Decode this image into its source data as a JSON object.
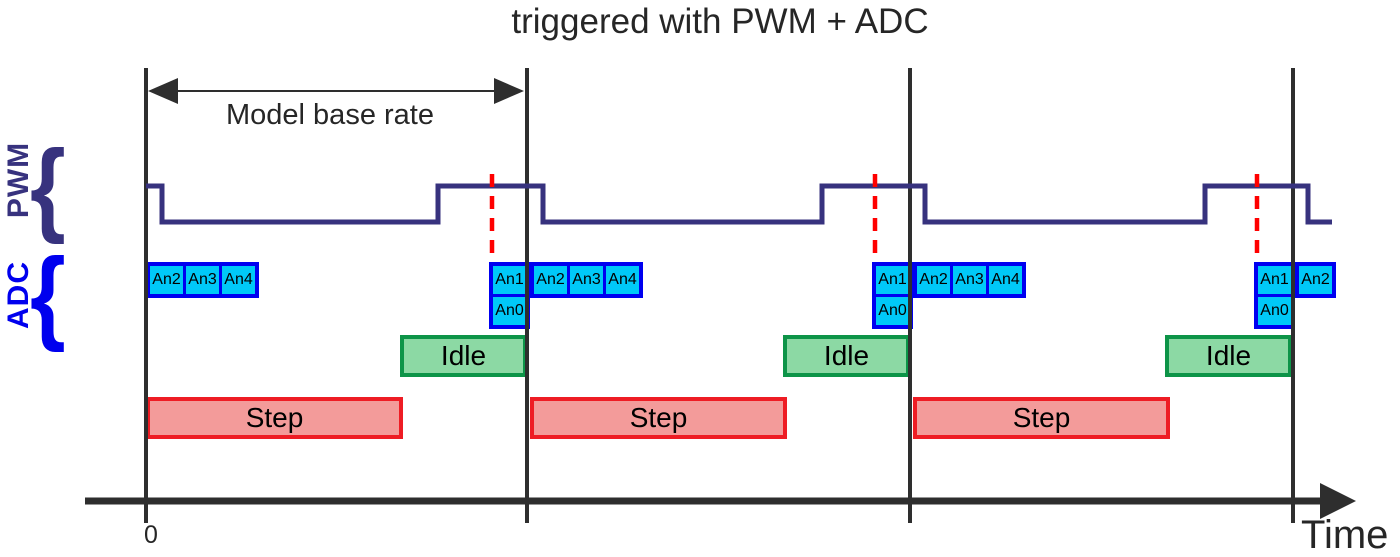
{
  "title": "triggered with PWM + ADC",
  "measure": {
    "label": "Model base rate"
  },
  "pwm": {
    "label": "PWM",
    "brace": "{"
  },
  "adc": {
    "label": "ADC",
    "brace": "{",
    "groups": [
      {
        "top": [
          "An2",
          "An3",
          "An4"
        ],
        "bottom": null
      },
      {
        "top": [
          "An1"
        ],
        "bottom": "An0"
      },
      {
        "top": [
          "An2",
          "An3",
          "An4"
        ],
        "bottom": null
      },
      {
        "top": [
          "An1"
        ],
        "bottom": "An0"
      },
      {
        "top": [
          "An2",
          "An3",
          "An4"
        ],
        "bottom": null
      },
      {
        "top": [
          "An1"
        ],
        "bottom": "An0"
      },
      {
        "top": [
          "An2"
        ],
        "bottom": null
      }
    ]
  },
  "idle": {
    "label": "Idle",
    "count": 3
  },
  "step": {
    "label": "Step",
    "count": 3
  },
  "axis": {
    "origin": "0",
    "label": "Time"
  },
  "colors": {
    "line": "#2e2e2e",
    "text": "#262626",
    "pwm": "#37327e",
    "adc_label": "#0000ee",
    "adc_border": "#0000f0",
    "adc_fill": "#00c9f8",
    "idle_border": "#0d9448",
    "idle_fill": "#8cd9a4",
    "step_border": "#ee1c24",
    "step_fill": "#f39b9a",
    "marker": "#ff0000"
  }
}
